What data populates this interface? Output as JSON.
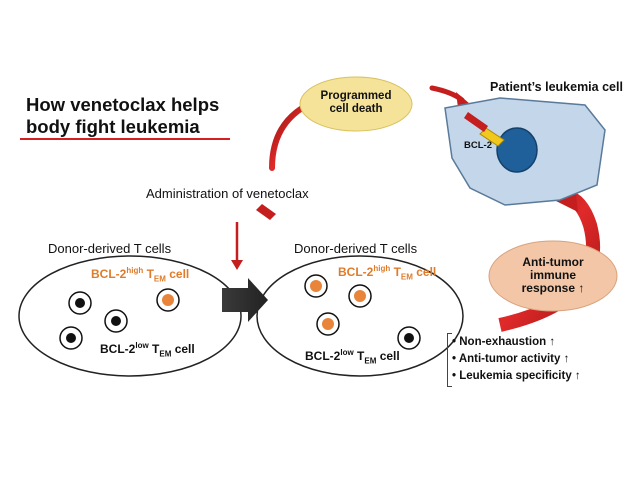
{
  "title": {
    "line1": "How venetoclax helps",
    "line2": "body fight leukemia"
  },
  "bubbles": {
    "programmed_death": {
      "line1": "Programmed",
      "line2": "cell death"
    },
    "anti_tumor": {
      "line1": "Anti-tumor",
      "line2": "immune",
      "line3": "response ↑"
    }
  },
  "patient_cell": {
    "label": "Patient’s leukemia cell",
    "bcl2_label": "BCL-2"
  },
  "administration_label": "Administration of venetoclax",
  "left_panel": {
    "title": "Donor-derived T cells",
    "high_label": {
      "base": "BCL-2",
      "sup": "high",
      "mid": " T",
      "sub": "EM",
      "end": " cell"
    },
    "low_label": {
      "base": "BCL-2",
      "sup": "low",
      "mid": " T",
      "sub": "EM",
      "end": " cell"
    }
  },
  "right_panel": {
    "title": "Donor-derived T cells",
    "high_label": {
      "base": "BCL-2",
      "sup": "high",
      "mid": " T",
      "sub": "EM",
      "end": " cell"
    },
    "low_label": {
      "base": "BCL-2",
      "sup": "low",
      "mid": " T",
      "sub": "EM",
      "end": " cell"
    }
  },
  "bullets": [
    "Non-exhaustion ↑",
    "Anti-tumor activity ↑",
    "Leukemia specificity ↑"
  ],
  "bullet_marker": "•",
  "colors": {
    "red_accent": "#d42020",
    "orange_cell": "#e8853a",
    "cell_fill": "#bfd3e8",
    "nucleus": "#1f5f9a",
    "bubble_yellow": "#f6e39a",
    "bubble_peach": "#f2c6a6"
  }
}
